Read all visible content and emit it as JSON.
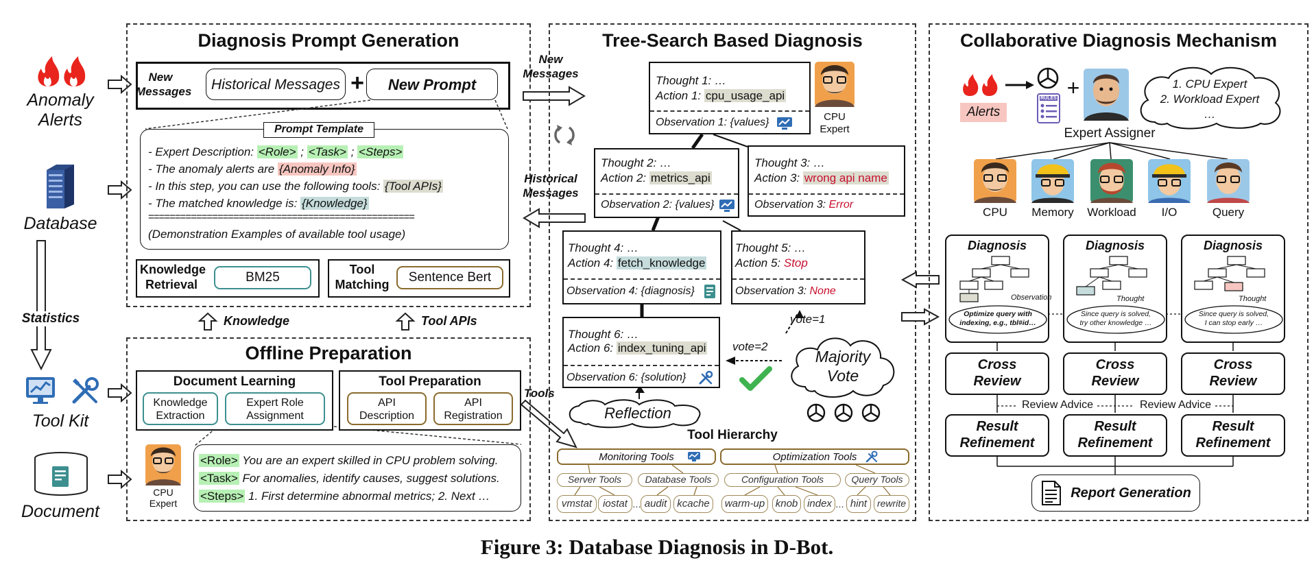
{
  "caption": "Figure 3: Database Diagnosis in D-Bot.",
  "left_inputs": {
    "anomaly_alerts": [
      "Anomaly",
      "Alerts"
    ],
    "database": "Database",
    "statistics": "Statistics",
    "tool_kit": "Tool Kit",
    "document": "Document"
  },
  "prompt_gen": {
    "title": "Diagnosis Prompt Generation",
    "new_messages": [
      "New",
      "Messages"
    ],
    "historical_messages": "Historical Messages",
    "plus": "+",
    "new_prompt": "New Prompt",
    "template_title": "Prompt Template",
    "line1_prefix": "- Expert Description: ",
    "role": "<Role>",
    "task": "<Task>",
    "steps": "<Steps>",
    "sep": " ; ",
    "line2_prefix": "- The anomaly alerts are ",
    "anomaly_info": "{Anomaly Info}",
    "line3_prefix": "- In this step, you can use the following tools: ",
    "tool_apis": "{Tool APIs}",
    "line4_prefix": "- The matched knowledge is: ",
    "knowledge": "{Knowledge}",
    "equals": "==================================================",
    "line6": "(Demonstration Examples of available tool usage)",
    "knowledge_retrieval": [
      "Knowledge",
      "Retrieval"
    ],
    "bm25": "BM25",
    "tool_matching": [
      "Tool",
      "Matching"
    ],
    "sentence_bert": "Sentence Bert"
  },
  "between": {
    "knowledge": "Knowledge",
    "tool_apis": "Tool APIs",
    "new_messages": [
      "New",
      "Messages"
    ],
    "historical_messages": [
      "Historical",
      "Messages"
    ],
    "tools": "Tools"
  },
  "offline": {
    "title": "Offline Preparation",
    "doc_learning": "Document Learning",
    "knowledge_extraction": [
      "Knowledge",
      "Extraction"
    ],
    "expert_role": [
      "Expert Role",
      "Assignment"
    ],
    "tool_prep": "Tool Preparation",
    "api_description": [
      "API",
      "Description"
    ],
    "api_registration": [
      "API",
      "Registration"
    ],
    "cpu_expert": [
      "CPU",
      "Expert"
    ],
    "role_tag": "<Role>",
    "role_text": " You are an expert skilled in CPU problem solving.",
    "task_tag": "<Task>",
    "task_text": " For anomalies, identify causes, suggest solutions.",
    "steps_tag": "<Steps>",
    "steps_text": " 1. First determine abnormal metrics; 2. Next …"
  },
  "tree": {
    "title": "Tree-Search Based Diagnosis",
    "n1": {
      "thought": "Thought 1: …",
      "action_prefix": "Action 1: ",
      "action": "cpu_usage_api",
      "obs": "Observation 1: {values}"
    },
    "n2": {
      "thought": "Thought 2: …",
      "action_prefix": "Action 2: ",
      "action": "metrics_api",
      "obs": "Observation 2: {values}"
    },
    "n3": {
      "thought": "Thought 3: …",
      "action_prefix": "Action 3: ",
      "action": "wrong api name",
      "obs_prefix": "Observation 3: ",
      "obs_value": "Error"
    },
    "n4": {
      "thought": "Thought 4: …",
      "action_prefix": "Action 4: ",
      "action": "fetch_knowledge",
      "obs": "Observation 4: {diagnosis}"
    },
    "n5": {
      "thought": "Thought 5: …",
      "action_prefix": "Action 5: ",
      "action": "Stop",
      "obs_prefix": "Observation 3: ",
      "obs_value": "None"
    },
    "n6": {
      "thought": "Thought 6: …",
      "action_prefix": "Action 6: ",
      "action": "index_tuning_api",
      "obs": "Observation 6: {solution}"
    },
    "cpu_expert": [
      "CPU",
      "Expert"
    ],
    "vote1": "vote=1",
    "vote2": "vote=2",
    "majority_vote": [
      "Majority",
      "Vote"
    ],
    "reflection": "Reflection",
    "tool_hierarchy": "Tool Hierarchy",
    "monitoring_tools": "Monitoring Tools",
    "optimization_tools": "Optimization Tools",
    "server_tools": "Server Tools",
    "database_tools": "Database Tools",
    "configuration_tools": "Configuration Tools",
    "query_tools": "Query Tools",
    "leaves": [
      "vmstat",
      "iostat",
      "audit",
      "kcache",
      "warm-up",
      "knob",
      "index",
      "hint",
      "rewrite"
    ],
    "ellipsis": "…"
  },
  "collab": {
    "title": "Collaborative Diagnosis Mechanism",
    "alerts": "Alerts",
    "rules": "RULES",
    "plus": "+",
    "experts_list": [
      "1. CPU Expert",
      "2. Workload Expert",
      "…"
    ],
    "expert_assigner": "Expert Assigner",
    "experts": [
      "CPU",
      "Memory",
      "Workload",
      "I/O",
      "Query"
    ],
    "diagnosis": "Diagnosis",
    "observation": "Observation",
    "thought": "Thought",
    "bubble1": [
      "Optimize query with",
      "indexing, e.g., tbl#id…"
    ],
    "bubble2": [
      "Since query is solved,",
      "try other knowledge …"
    ],
    "bubble3": [
      "Since query is solved,",
      "I can stop early …"
    ],
    "cross_review": [
      "Cross",
      "Review"
    ],
    "review_advice": "Review Advice",
    "result_refinement": [
      "Result",
      "Refinement"
    ],
    "report_generation": "Report Generation"
  },
  "colors": {
    "alert_red": "#e8241c",
    "accent_teal": "#3d8f8f",
    "accent_brown": "#8a6a2d",
    "highlight_green": "#b7f0b4",
    "highlight_pink": "#f7c6c0",
    "error_red": "#c8102e",
    "icon_blue": "#2f6db5"
  }
}
